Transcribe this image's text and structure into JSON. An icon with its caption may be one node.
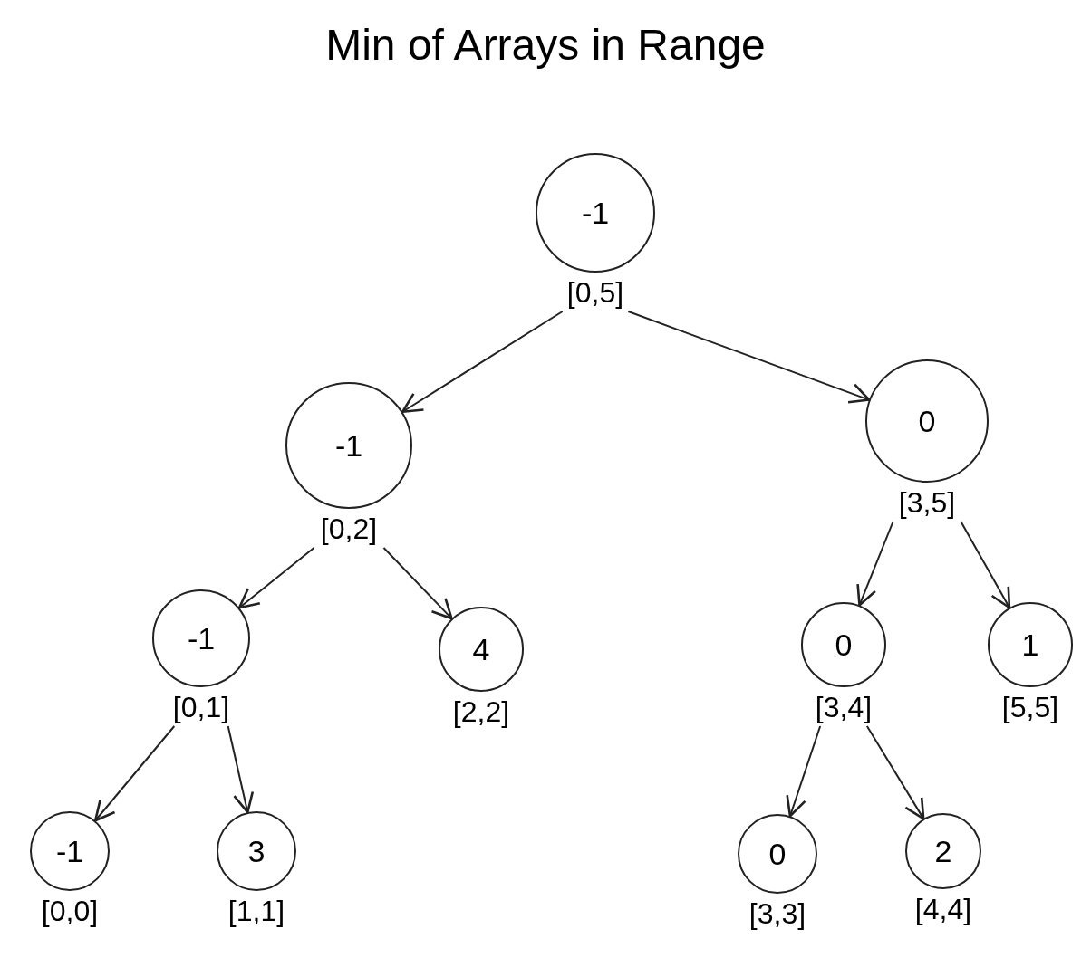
{
  "diagram": {
    "title": "Min of Arrays in Range",
    "nodes": [
      {
        "text": [
          "-1"
        ],
        "beside": [
          "[0,5]"
        ]
      },
      {
        "text": [
          "-1"
        ],
        "beside": [
          "[0,2]"
        ]
      },
      {
        "text": [
          "0"
        ],
        "beside": [
          "[3,5]"
        ]
      },
      {
        "text": [
          "-1"
        ],
        "beside": [
          "[0,1]"
        ]
      },
      {
        "text": [
          "4"
        ],
        "beside": [
          "[2,2]"
        ]
      },
      {
        "text": [
          "0"
        ],
        "beside": [
          "[3,4]"
        ]
      },
      {
        "text": [
          "1"
        ],
        "beside": [
          "[5,5]"
        ]
      },
      {
        "text": [
          "-1"
        ],
        "beside": [
          "[0,0]"
        ]
      },
      {
        "text": [
          "3"
        ],
        "beside": [
          "[1,1]"
        ]
      },
      {
        "text": [
          "0"
        ],
        "beside": [
          "[3,3]"
        ]
      },
      {
        "text": [
          "2"
        ],
        "beside": [
          "[4,4]"
        ]
      }
    ],
    "edges": [
      {
        "from": 0,
        "to": 1,
        "arrow": "to"
      },
      {
        "from": 0,
        "to": 2,
        "arrow": "to"
      },
      {
        "from": 1,
        "to": 3,
        "arrow": "to"
      },
      {
        "from": 1,
        "to": 4,
        "arrow": "to"
      },
      {
        "from": 2,
        "to": 5,
        "arrow": "to"
      },
      {
        "from": 2,
        "to": 6,
        "arrow": "to"
      },
      {
        "from": 3,
        "to": 7,
        "arrow": "to"
      },
      {
        "from": 3,
        "to": 8,
        "arrow": "to"
      },
      {
        "from": 5,
        "to": 9,
        "arrow": "to"
      },
      {
        "from": 5,
        "to": 10,
        "arrow": "to"
      }
    ]
  }
}
